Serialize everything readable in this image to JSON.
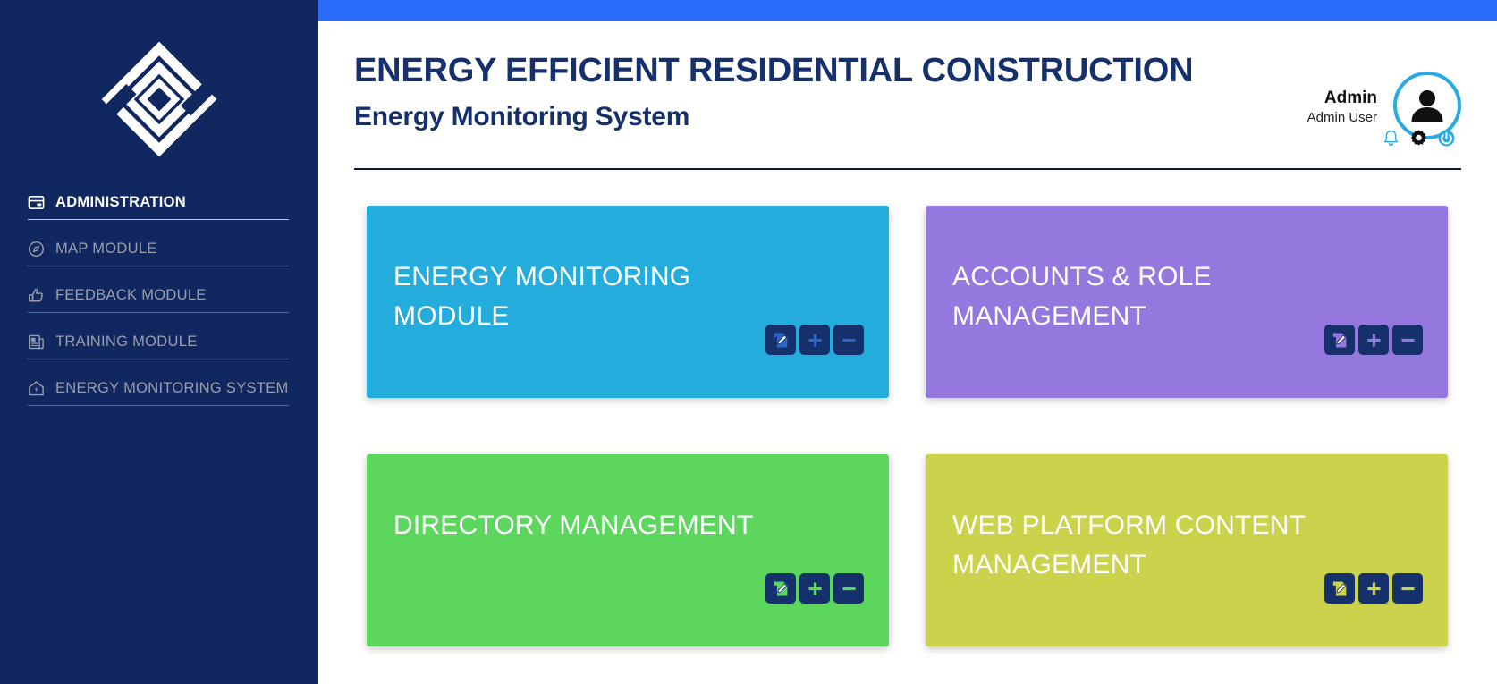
{
  "topbar": {
    "accent_color": "#2b6cfb"
  },
  "sidebar": {
    "background_color": "#10275f",
    "logo_name": "nested-diamond-logo",
    "items": [
      {
        "label": "ADMINISTRATION",
        "icon": "window-panel-icon",
        "active": true
      },
      {
        "label": "MAP MODULE",
        "icon": "compass-icon",
        "active": false
      },
      {
        "label": "FEEDBACK MODULE",
        "icon": "thumbs-up-icon",
        "active": false
      },
      {
        "label": "TRAINING MODULE",
        "icon": "news-document-icon",
        "active": false
      },
      {
        "label": "ENERGY MONITORING SYSTEM",
        "icon": "house-bolt-icon",
        "active": false
      }
    ]
  },
  "header": {
    "title": "ENERGY EFFICIENT RESIDENTIAL CONSTRUCTION",
    "subtitle": "Energy Monitoring System",
    "title_color": "#15306b"
  },
  "user": {
    "name": "Admin",
    "role": "Admin User",
    "avatar_icon": "user-avatar-icon",
    "avatar_border_color": "#29abe2",
    "actions": [
      {
        "icon": "bell-icon",
        "color": "#29abe2"
      },
      {
        "icon": "gear-icon",
        "color": "#111111"
      },
      {
        "icon": "power-icon",
        "color": "#29abe2"
      }
    ]
  },
  "cards": [
    {
      "title": "ENERGY MONITORING MODULE",
      "color": "#24ACDD",
      "actions": [
        {
          "icon": "edit-icon"
        },
        {
          "icon": "plus-icon"
        },
        {
          "icon": "minus-icon"
        }
      ]
    },
    {
      "title": "ACCOUNTS & ROLE MANAGEMENT",
      "color": "#9478DE",
      "actions": [
        {
          "icon": "edit-icon"
        },
        {
          "icon": "plus-icon"
        },
        {
          "icon": "minus-icon"
        }
      ]
    },
    {
      "title": "DIRECTORY MANAGEMENT",
      "color": "#5CD65C",
      "actions": [
        {
          "icon": "edit-icon"
        },
        {
          "icon": "plus-icon"
        },
        {
          "icon": "minus-icon"
        }
      ]
    },
    {
      "title": "WEB PLATFORM CONTENT MANAGEMENT",
      "color": "#CBD24B",
      "actions": [
        {
          "icon": "edit-icon"
        },
        {
          "icon": "plus-icon"
        },
        {
          "icon": "minus-icon"
        }
      ]
    }
  ]
}
